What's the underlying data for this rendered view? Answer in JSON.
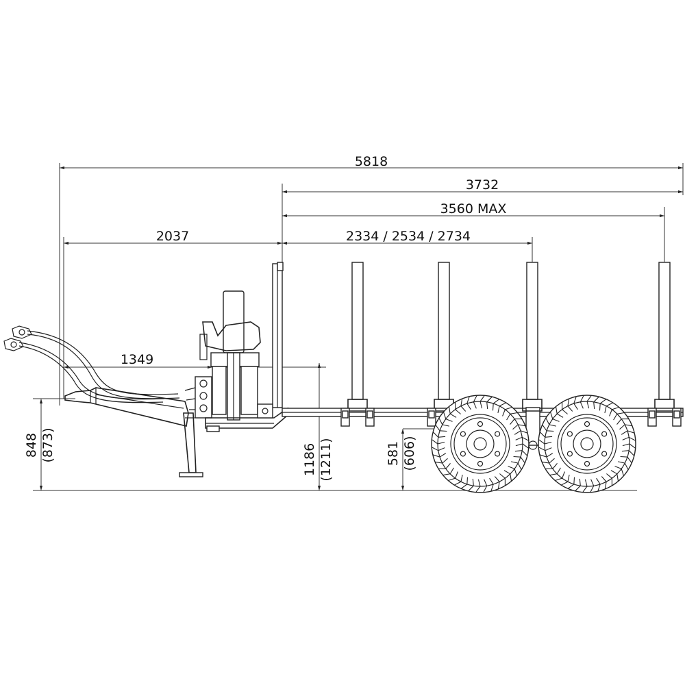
{
  "dimensions": {
    "overall_length": "5818",
    "load_length": "3732",
    "stake_spread_max": "3560 MAX",
    "stake_spacing": "2334 / 2534 / 2734",
    "front_to_bolster": "2037",
    "crane_offset": "1349",
    "drawbar_height": "848",
    "drawbar_height_alt": "(873)",
    "crane_base_height": "1186",
    "crane_base_height_alt": "(1211)",
    "bunk_height": "581",
    "bunk_height_alt": "(606)"
  },
  "colors": {
    "line": "#222222",
    "background": "#ffffff"
  }
}
